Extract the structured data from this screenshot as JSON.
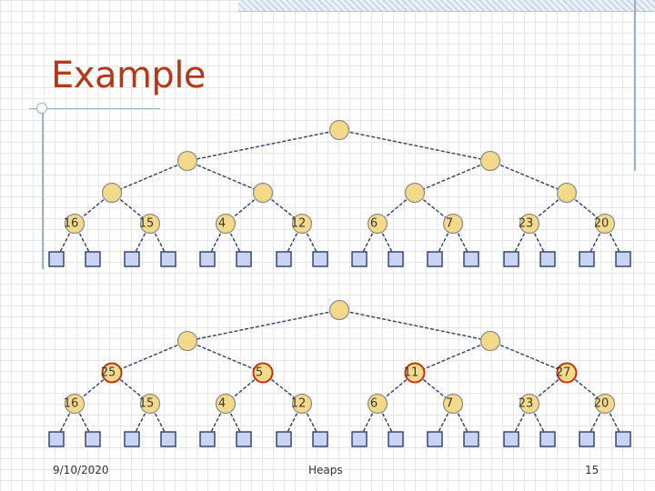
{
  "title": "Example",
  "footer": {
    "date": "9/10/2020",
    "topic": "Heaps",
    "page": "15"
  },
  "colors": {
    "node_fill": "#f3d98a",
    "highlight_border": "#c0340f",
    "leaf_fill": "#c9d3f2",
    "edge": "#2c3e6b",
    "title": "#b03a1a"
  },
  "trees": [
    {
      "name": "top",
      "keys": [
        "16",
        "15",
        "4",
        "12",
        "6",
        "7",
        "23",
        "20"
      ],
      "highlighted": []
    },
    {
      "name": "bottom",
      "level2_keys": [
        "25",
        "5",
        "11",
        "27"
      ],
      "keys": [
        "16",
        "15",
        "4",
        "12",
        "6",
        "7",
        "23",
        "20"
      ],
      "highlighted": [
        "25",
        "5",
        "11",
        "27"
      ]
    }
  ]
}
